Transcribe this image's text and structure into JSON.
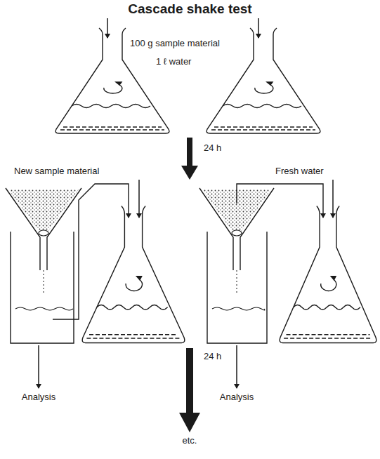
{
  "diagram": {
    "title": "Cascade shake test",
    "labels": [
      "100 g sample material",
      "1 ℓ water",
      "24 h",
      "New sample material",
      "Fresh water",
      "Analysis",
      "Analysis",
      "24 h",
      "etc."
    ]
  }
}
